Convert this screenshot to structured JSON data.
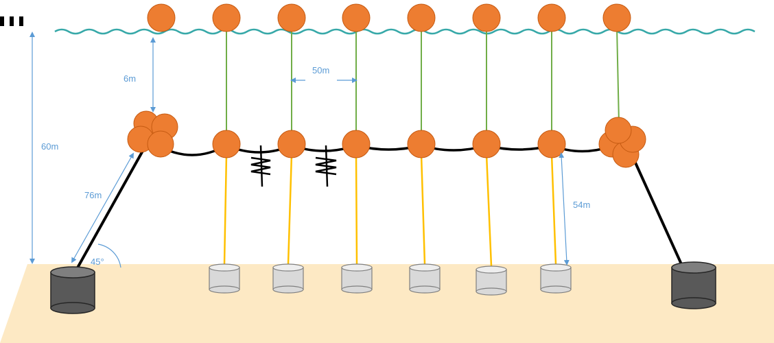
{
  "labels": {
    "depth_total": "60m",
    "surface_gap": "6m",
    "spacing": "50m",
    "anchor_line": "76m",
    "riser_len": "54m",
    "angle": "45°"
  },
  "colors": {
    "water": "#36a8a8",
    "float": "#ed7d31",
    "float_edge": "#c55a11",
    "green_tether": "#70ad47",
    "yellow_tether": "#ffc000",
    "seabed": "#fde9c4",
    "annotation": "#5b9bd5",
    "anchor_dark": "#595959",
    "anchor_light": "#d9d9d9"
  }
}
